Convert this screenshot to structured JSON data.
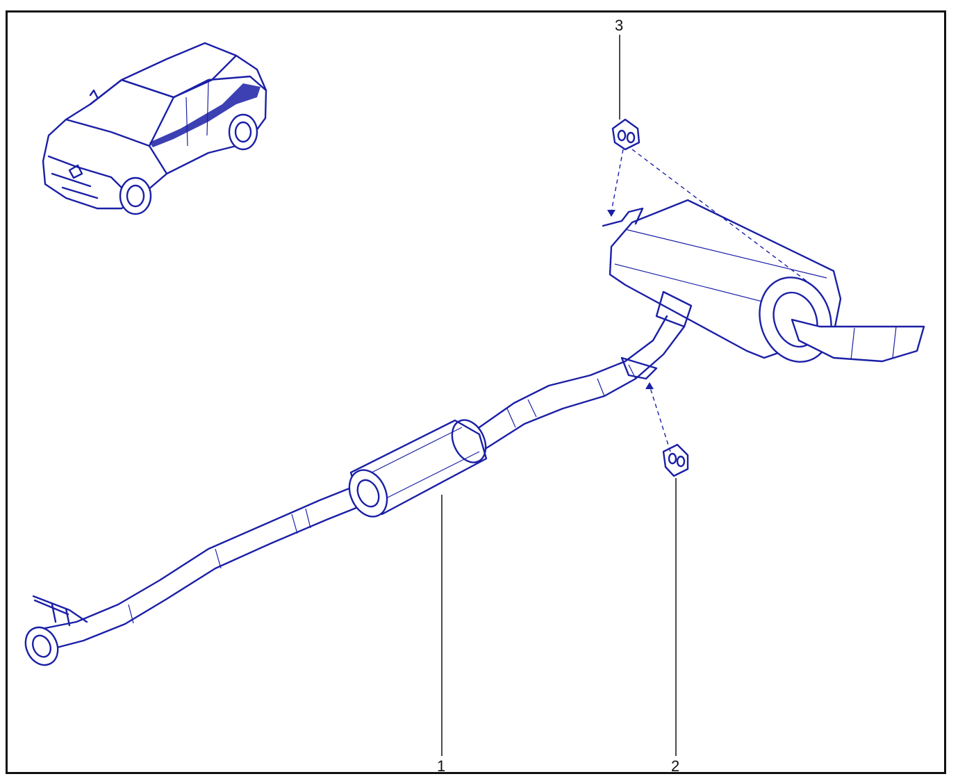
{
  "diagram": {
    "line_color": "#1a1fa6",
    "callout_color": "#111111",
    "callouts": [
      {
        "id": "1",
        "label": "1"
      },
      {
        "id": "2",
        "label": "2"
      },
      {
        "id": "3",
        "label": "3"
      }
    ]
  }
}
